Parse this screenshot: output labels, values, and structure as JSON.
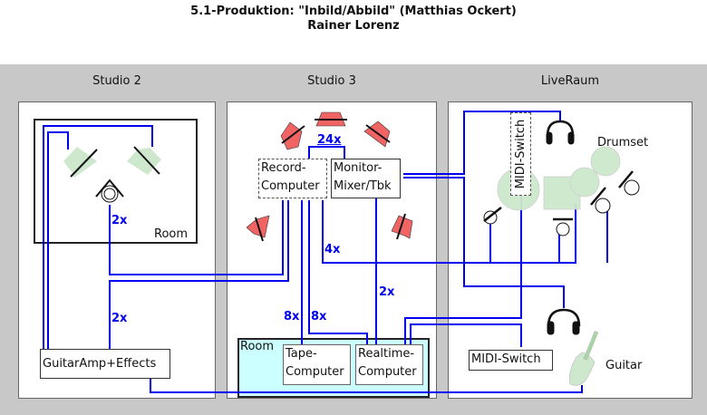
{
  "header": {
    "title": "5.1-Produktion:  \"Inbild/Abbild\" (Matthias Ockert)",
    "author": "Rainer Lorenz"
  },
  "colors": {
    "wire": "#0000ee",
    "background": "#c8c8c8",
    "speaker_studio3": "#f06464",
    "speaker_studio2": "#cde8cd",
    "room_cyan": "#ccffff"
  },
  "rooms": {
    "studio2": {
      "title": "Studio 2",
      "inner_room_label": "Room",
      "devices": {
        "guitar_amp": "GuitarAmp+Effects"
      },
      "multiplicities": {
        "mic_line": "2x",
        "amp_line": "2x"
      }
    },
    "studio3": {
      "title": "Studio 3",
      "devices": {
        "record_computer": [
          "Record-",
          "Computer"
        ],
        "monitor_mixer": [
          "Monitor-",
          "Mixer/Tbk"
        ],
        "tape_computer": [
          "Tape-",
          "Computer"
        ],
        "realtime_computer": [
          "Realtime-",
          "Computer"
        ]
      },
      "inner_room_label": "Room",
      "multiplicities": {
        "speakers": "24x",
        "drum_mics": "4x",
        "tape_a": "8x",
        "tape_b": "8x",
        "realtime": "2x"
      }
    },
    "liveraum": {
      "title": "LiveRaum",
      "labels": {
        "drumset": "Drumset",
        "guitar": "Guitar"
      },
      "devices": {
        "midi_switch_vertical": "MIDI-Switch",
        "midi_switch": "MIDI-Switch"
      }
    }
  }
}
